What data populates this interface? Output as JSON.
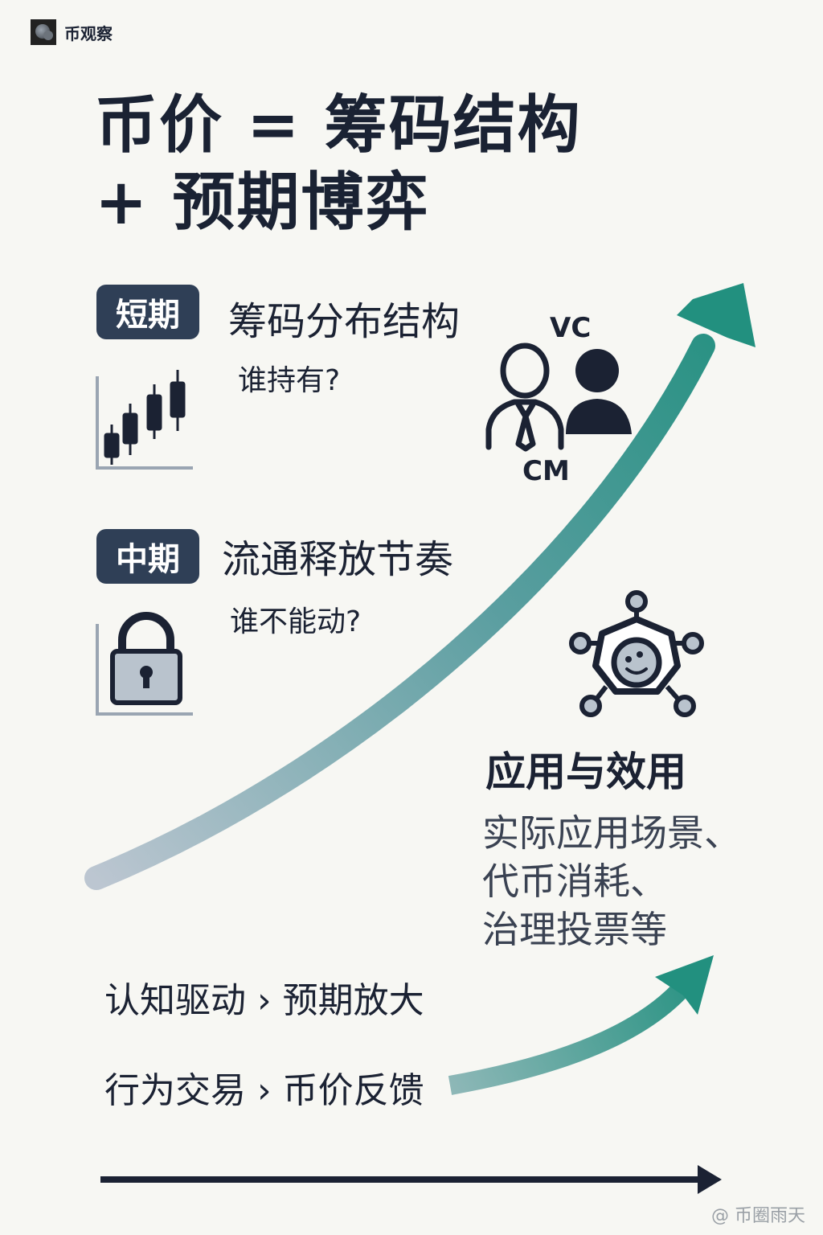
{
  "brand": {
    "name": "币观察"
  },
  "title": {
    "line1": "币价 = 筹码结构",
    "line2": "+ 预期博弈"
  },
  "short_term": {
    "badge": "短期",
    "heading": "筹码分布结构",
    "question": "谁持有?"
  },
  "actors": {
    "top_label": "VC",
    "bottom_label": "CM"
  },
  "mid_term": {
    "badge": "中期",
    "heading": "流通释放节奏",
    "question": "谁不能动?"
  },
  "application": {
    "title": "应用与效用",
    "lines": [
      "实际应用场景、",
      "代币消耗、",
      "治理投票等"
    ]
  },
  "bottom": {
    "line1": "认知驱动 › 预期放大",
    "line2": "行为交易 › 币价反馈"
  },
  "watermark": {
    "text": "@ 币圈雨天"
  },
  "colors": {
    "dark": "#1b2233",
    "badge": "#2f3f56",
    "teal": "#2a9486",
    "gray_blue": "#b5c0cc"
  },
  "icons": [
    "candlestick-chart-icon",
    "lock-icon",
    "person-icon",
    "network-hub-icon",
    "arrow-right-icon"
  ]
}
